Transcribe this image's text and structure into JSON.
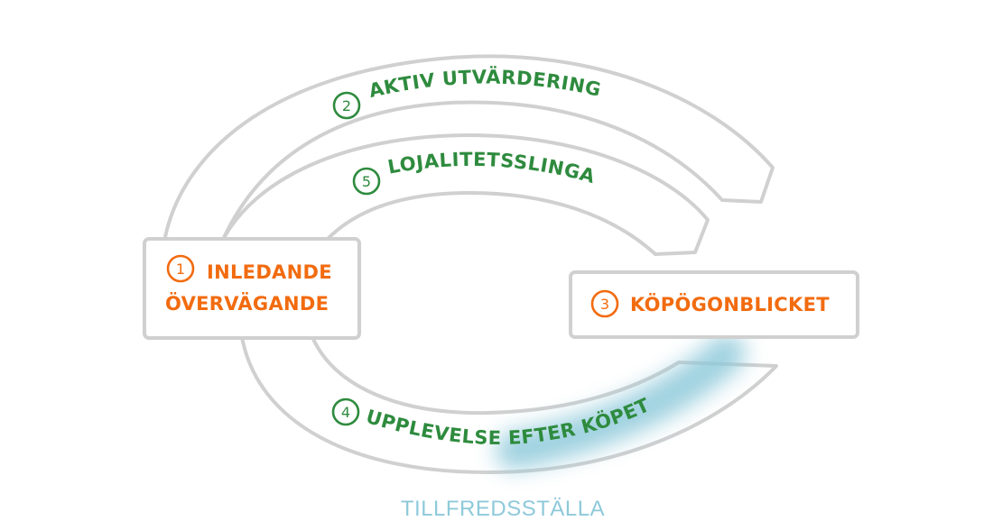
{
  "stages": {
    "s1": {
      "number": "1",
      "line1": "INLEDANDE",
      "line2": "ÖVERVÄGANDE"
    },
    "s2": {
      "number": "2",
      "label": "AKTIV UTVÄRDERING"
    },
    "s3": {
      "number": "3",
      "label": "KÖPÖGONBLICKET"
    },
    "s4": {
      "number": "4",
      "label": "UPPLEVELSE EFTER KÖPET"
    },
    "s5": {
      "number": "5",
      "label": "LOJALITETSSLINGA"
    }
  },
  "bottom_label": "TILLFREDSSTÄLLA",
  "colors": {
    "green": "#2e8b3e",
    "orange": "#f26b0f",
    "outline": "#d0d0d0",
    "glow": "#8ec9da"
  }
}
